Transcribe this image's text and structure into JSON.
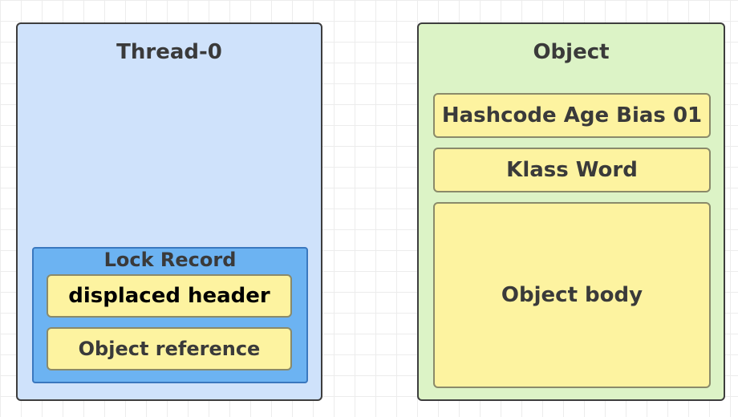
{
  "thread": {
    "title": "Thread-0",
    "lock_record": {
      "title": "Lock Record",
      "fields": [
        "displaced header",
        "Object reference"
      ]
    }
  },
  "object": {
    "title": "Object",
    "fields": [
      "Hashcode Age Bias 01",
      "Klass Word",
      "Object body"
    ]
  },
  "colors": {
    "thread_panel": "#cfe2fb",
    "lock_record": "#6cb3f2",
    "object_panel": "#dcf3c6",
    "field_fill": "#fdf3a0"
  }
}
